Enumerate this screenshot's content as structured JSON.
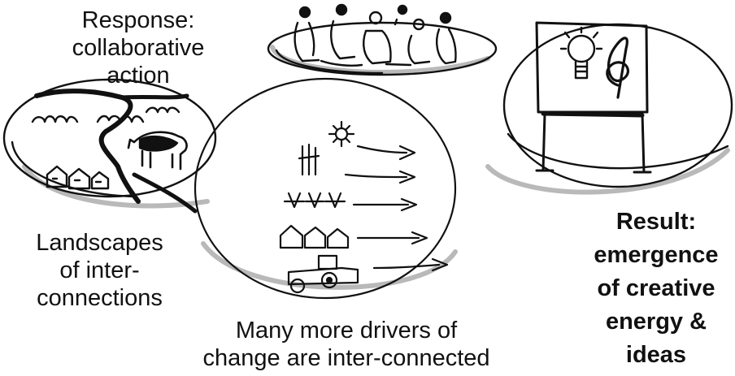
{
  "labels": {
    "response": [
      "Response:",
      "collaborative",
      "action"
    ],
    "landscapes": [
      "Landscapes",
      "of inter-",
      "connections"
    ],
    "drivers": [
      "Many more drivers of",
      "change are inter-connected"
    ],
    "result": [
      "Result:",
      "emergence",
      "of creative",
      "energy &",
      "ideas"
    ]
  },
  "colors": {
    "ink": "#111111",
    "shadow": "#b9b9b9"
  },
  "icons": {
    "people_circle": "people-circle-sketch",
    "landscape": "landscape-sketch",
    "drivers": "drivers-of-change-sketch",
    "idea_board": "idea-board-sketch"
  }
}
